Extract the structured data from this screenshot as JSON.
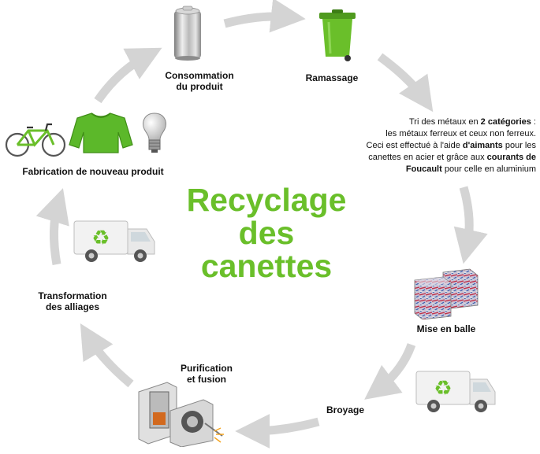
{
  "title": [
    "Recyclage",
    "des",
    "canettes"
  ],
  "steps": {
    "consommation": [
      "Consommation",
      "du produit"
    ],
    "ramassage": "Ramassage",
    "mise_en_balle": "Mise en balle",
    "broyage": "Broyage",
    "purification": [
      "Purification",
      "et fusion"
    ],
    "transformation": [
      "Transformation",
      "des alliages"
    ],
    "fabrication": "Fabrication de nouveau produit"
  },
  "tri": {
    "line1_pre": "Tri des métaux en ",
    "line1_bold": "2 catégories",
    "line1_post": " :",
    "line2": "les métaux ferreux et ceux non ferreux.",
    "line3_pre": "Ceci est effectué à l'aide ",
    "line3_bold": "d'aimants",
    "line3_post": " pour les",
    "line4_pre": "canettes en acier et grâce aux ",
    "line4_bold": "courants de",
    "line5_bold": "Foucault",
    "line5_post": " pour celle en aluminium"
  },
  "colors": {
    "accent": "#6abf2a",
    "arrow": "#d4d4d4",
    "text": "#111111"
  },
  "icons": [
    "can-icon",
    "trash-bin-icon",
    "compactor-bales-icon",
    "recycling-truck-icon",
    "smelter-machine-icon",
    "bicycle-icon",
    "sweater-icon",
    "light-bulb-icon"
  ]
}
